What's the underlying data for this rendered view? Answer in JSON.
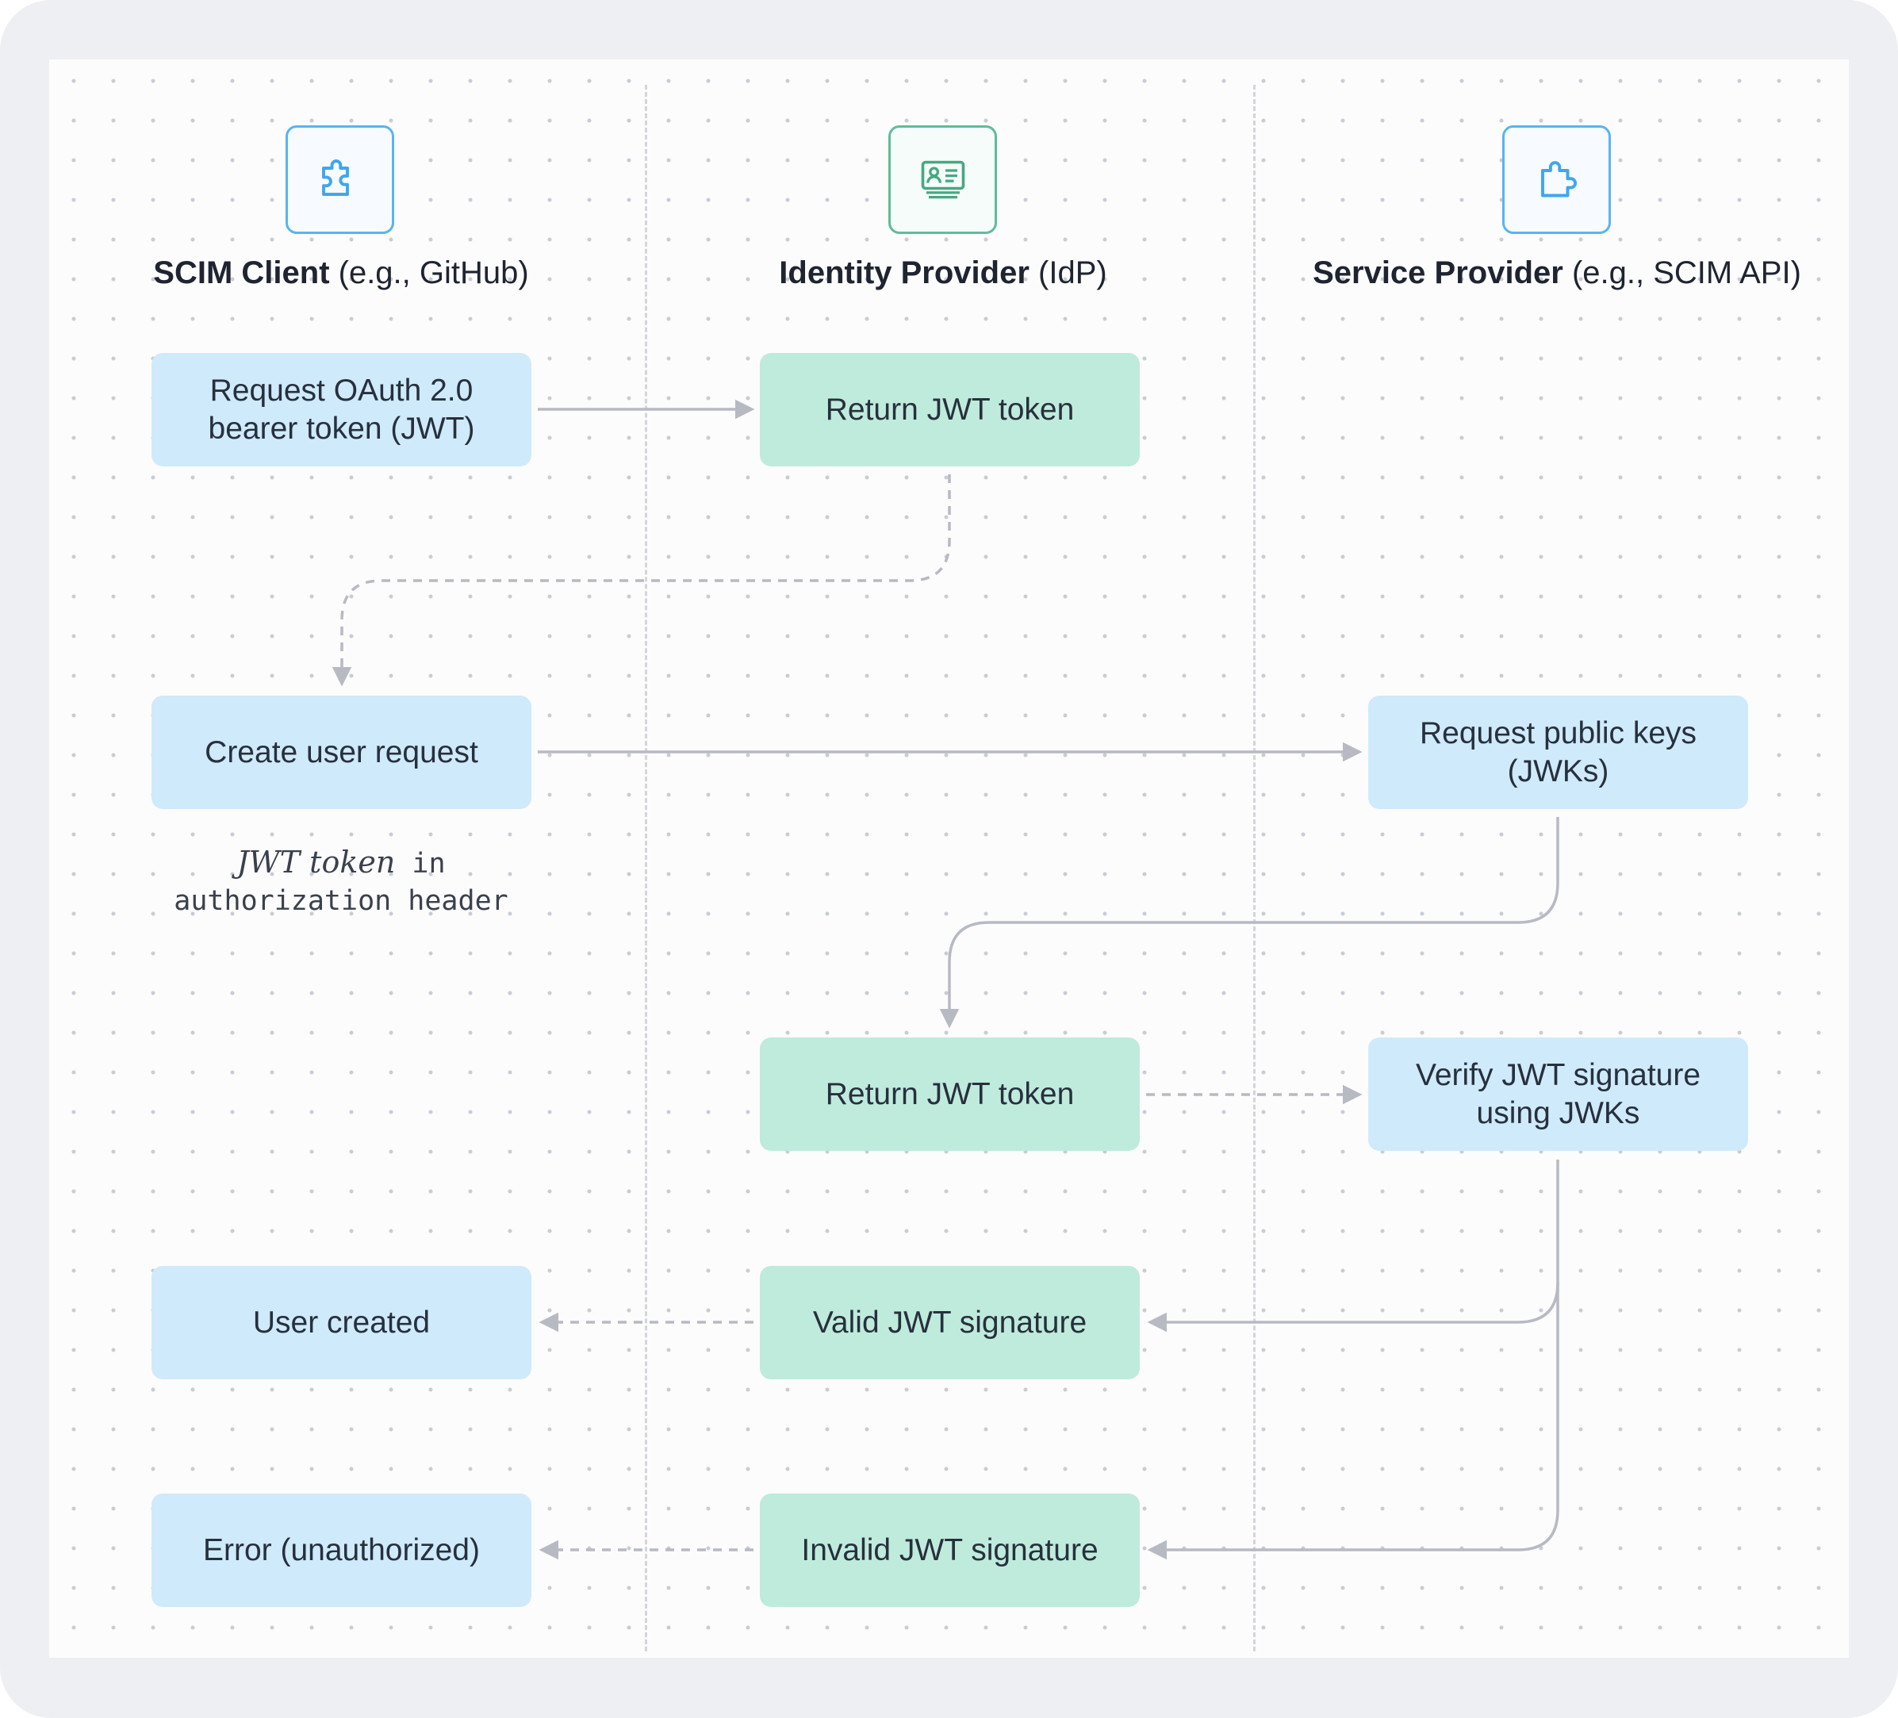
{
  "lanes": [
    {
      "strong": "SCIM Client",
      "rest": " (e.g., GitHub)",
      "icon": "puzzle-piece-icon"
    },
    {
      "strong": "Identity Provider",
      "rest": " (IdP)",
      "icon": "id-card-icon"
    },
    {
      "strong": "Service Provider",
      "rest": " (e.g., SCIM API)",
      "icon": "puzzle-piece-icon"
    }
  ],
  "steps": {
    "request_oauth": "Request OAuth 2.0\nbearer token (JWT)",
    "return_jwt_1": "Return JWT token",
    "create_user": "Create user request",
    "request_keys": "Request public keys\n(JWKs)",
    "return_jwt_2": "Return JWT token",
    "verify_sig": "Verify JWT signature\nusing JWKs",
    "user_created": "User created",
    "valid_sig": "Valid JWT signature",
    "error_unauth": "Error (unauthorized)",
    "invalid_sig": "Invalid JWT signature"
  },
  "note": {
    "emphasis": "JWT token",
    "code_1": " in",
    "code_2": "authorization header"
  },
  "colors": {
    "client_box": "#cfeafb",
    "idp_box": "#bfebdc",
    "connector": "#b7bac2",
    "icon_blue": "#58b4f2",
    "icon_green": "#5ebd9a"
  }
}
